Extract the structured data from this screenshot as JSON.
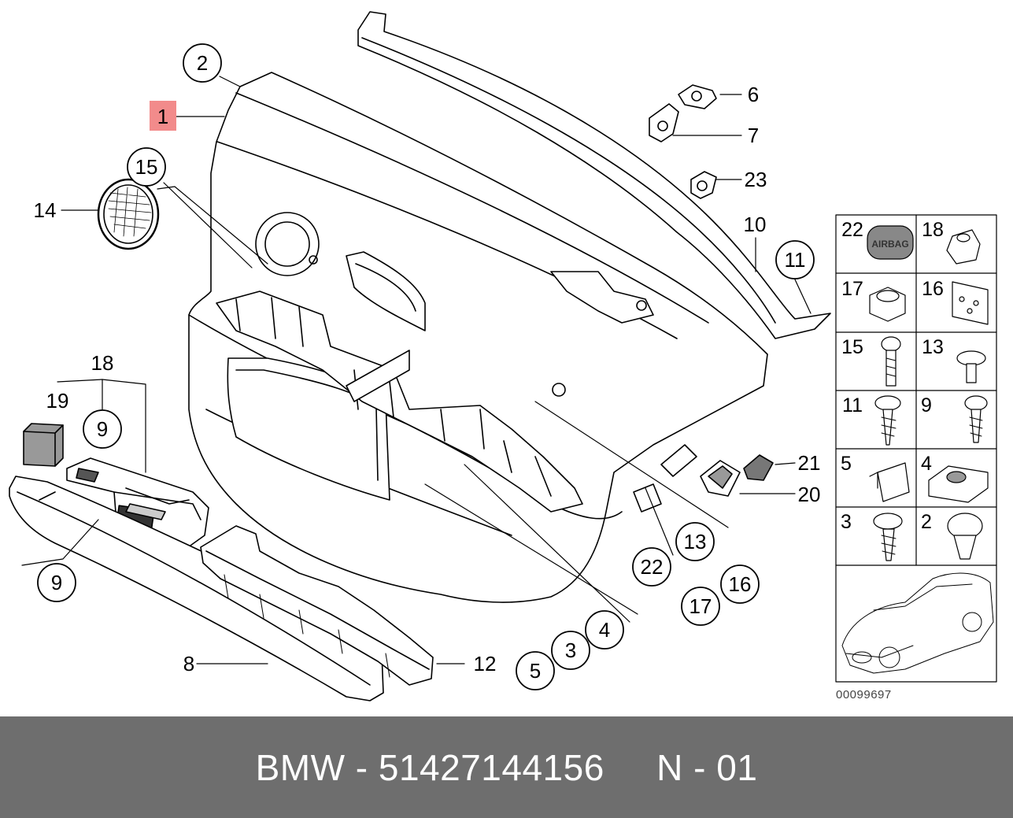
{
  "diagram": {
    "callouts": {
      "c1": "1",
      "c2": "2",
      "c3": "3",
      "c4": "4",
      "c5": "5",
      "c6": "6",
      "c7": "7",
      "c8": "8",
      "c9a": "9",
      "c9b": "9",
      "c10": "10",
      "c11": "11",
      "c12": "12",
      "c13": "13",
      "c14": "14",
      "c15": "15",
      "c16": "16",
      "c17": "17",
      "c18": "18",
      "c19": "19",
      "c20": "20",
      "c21": "21",
      "c22": "22",
      "c23": "23"
    },
    "highlight_color": "#f28b8b",
    "grid_labels": {
      "g22": "22",
      "g18": "18",
      "g17": "17",
      "g16": "16",
      "g15": "15",
      "g13": "13",
      "g11": "11",
      "g9": "9",
      "g5": "5",
      "g4": "4",
      "g3": "3",
      "g2": "2"
    },
    "airbag_text": "AIRBAG",
    "reference_number": "00099697"
  },
  "footer": {
    "text": "BMW - 51427144156     N - 01",
    "background": "#6e6e6e"
  }
}
